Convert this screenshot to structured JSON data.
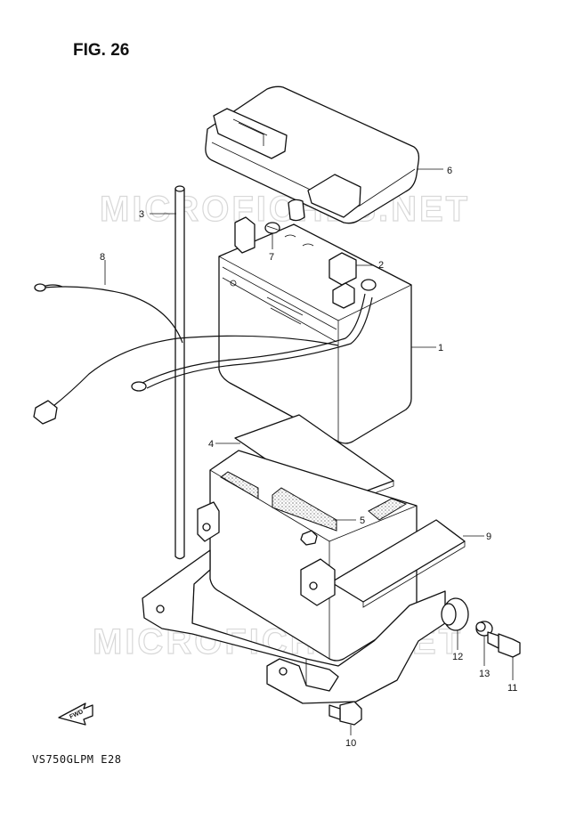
{
  "figure": {
    "title": "FIG. 26",
    "model_code": "VS750GLPM  E28"
  },
  "watermark": {
    "text": "MICROFICHES.NET"
  },
  "fwd_label": "FWD",
  "callouts": [
    {
      "id": "1",
      "label": "1"
    },
    {
      "id": "2",
      "label": "2"
    },
    {
      "id": "3",
      "label": "3"
    },
    {
      "id": "4",
      "label": "4"
    },
    {
      "id": "5",
      "label": "5"
    },
    {
      "id": "6",
      "label": "6"
    },
    {
      "id": "7",
      "label": "7"
    },
    {
      "id": "8",
      "label": "8"
    },
    {
      "id": "9",
      "label": "9"
    },
    {
      "id": "10",
      "label": "10"
    },
    {
      "id": "11",
      "label": "11"
    },
    {
      "id": "12",
      "label": "12"
    },
    {
      "id": "13",
      "label": "13"
    }
  ]
}
